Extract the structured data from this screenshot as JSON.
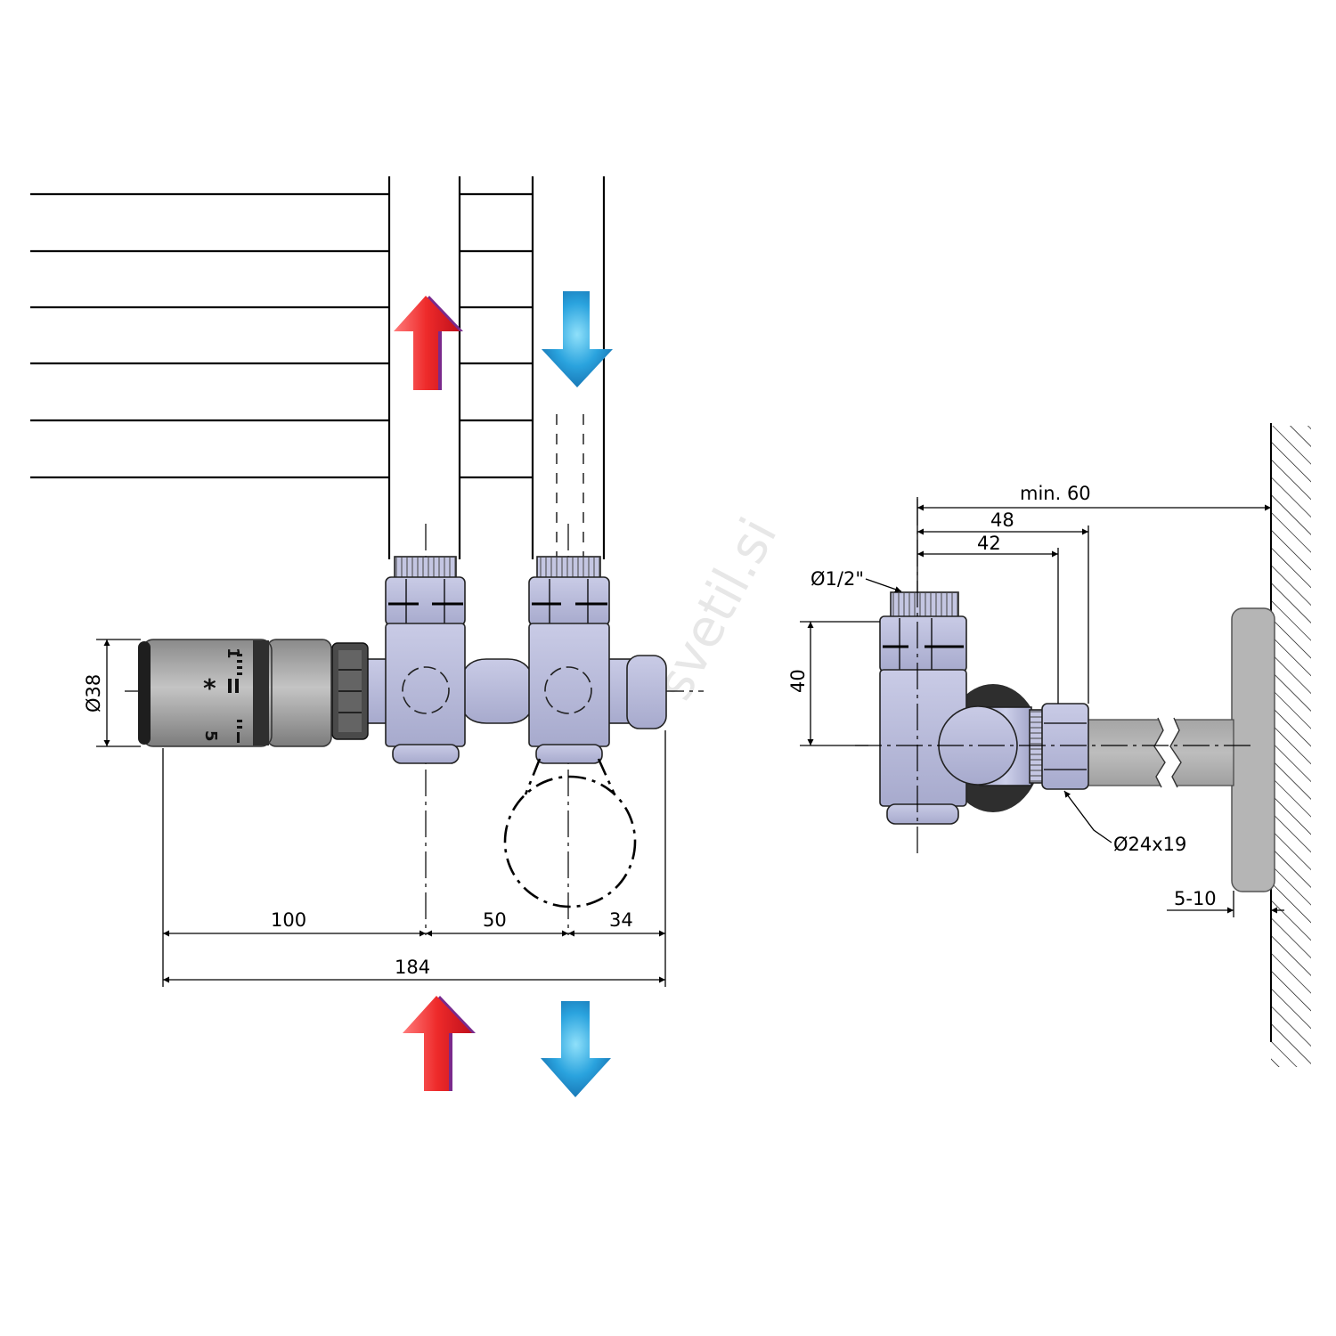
{
  "labels": {
    "dia_head": "Ø38",
    "dim_100": "100",
    "dim_50": "50",
    "dim_34": "34",
    "dim_184": "184",
    "dim_min60": "min. 60",
    "dim_48": "48",
    "dim_42": "42",
    "thread": "Ø1/2\"",
    "dim_40": "40",
    "nut": "Ø24x19",
    "dim_5_10": "5-10"
  },
  "dial": {
    "mark_1": "1",
    "mark_star": "*",
    "mark_5": "5"
  },
  "watermark": "svetil.si",
  "colors": {
    "hot": "#e8202a",
    "cold": "#1a8fd0",
    "valve": "#b9bcd9",
    "head": "#9c9c9c"
  },
  "icons": [
    "hot-flow-up-arrow-icon",
    "cold-flow-down-arrow-icon"
  ]
}
